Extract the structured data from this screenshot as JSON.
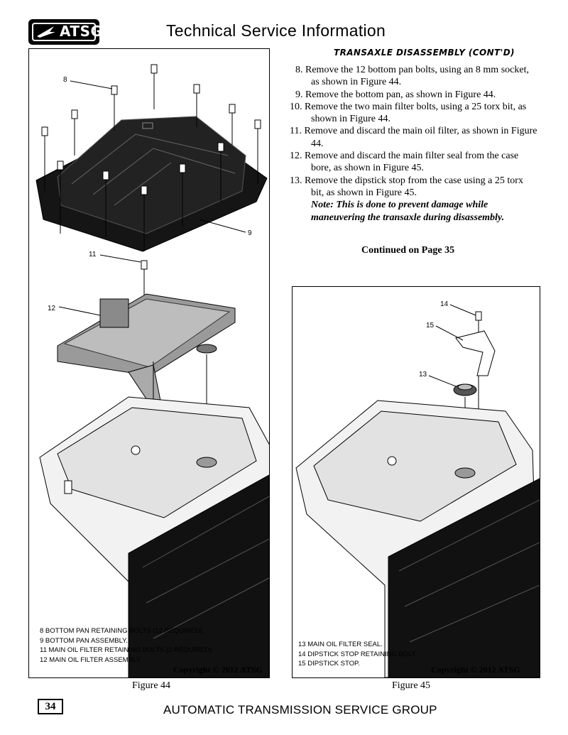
{
  "header": {
    "logo_text": "ATSG",
    "title": "Technical Service Information"
  },
  "section": {
    "heading": "TRANSAXLE DISASSEMBLY (CONT'D)",
    "steps": [
      {
        "num": "8.",
        "text": "Remove the 12 bottom pan bolts, using an 8 mm socket, as shown in Figure 44."
      },
      {
        "num": "9.",
        "text": "Remove the bottom pan, as shown in Figure 44."
      },
      {
        "num": "10.",
        "text": "Remove the two main filter bolts, using a 25 torx bit, as shown in Figure 44."
      },
      {
        "num": "11.",
        "text": "Remove and discard the main oil filter, as shown in Figure 44."
      },
      {
        "num": "12.",
        "text": "Remove and discard the main filter seal from the case bore, as shown in Figure 45."
      },
      {
        "num": "13.",
        "text": "Remove the dipstick stop from the case using a 25 torx bit, as shown in Figure 45."
      }
    ],
    "note": "Note: This is done to prevent damage while maneuvering the transaxle during disassembly.",
    "continued": "Continued on Page 35"
  },
  "figure44": {
    "callouts": {
      "c8": "8",
      "c9": "9",
      "c11": "11",
      "c12": "12"
    },
    "legend": [
      " 8  BOTTOM PAN RETAINING BOLTS  (12 REQUIRED).",
      " 9  BOTTOM PAN ASSEMBLY.",
      "11  MAIN OIL FILTER RETAINING BOLTS  (2 REQUIRED).",
      "12  MAIN OIL FILTER ASSEMBLY."
    ],
    "copyright": "Copyright © 2012 ATSG",
    "caption": "Figure 44"
  },
  "figure45": {
    "callouts": {
      "c13": "13",
      "c14": "14",
      "c15": "15"
    },
    "legend": [
      "13  MAIN OIL FILTER SEAL.",
      "14  DIPSTICK STOP RETAINING BOLT.",
      "15  DIPSTICK STOP."
    ],
    "copyright": "Copyright © 2012 ATSG",
    "caption": "Figure 45"
  },
  "footer": {
    "page_number": "34",
    "text": "AUTOMATIC TRANSMISSION SERVICE GROUP"
  }
}
